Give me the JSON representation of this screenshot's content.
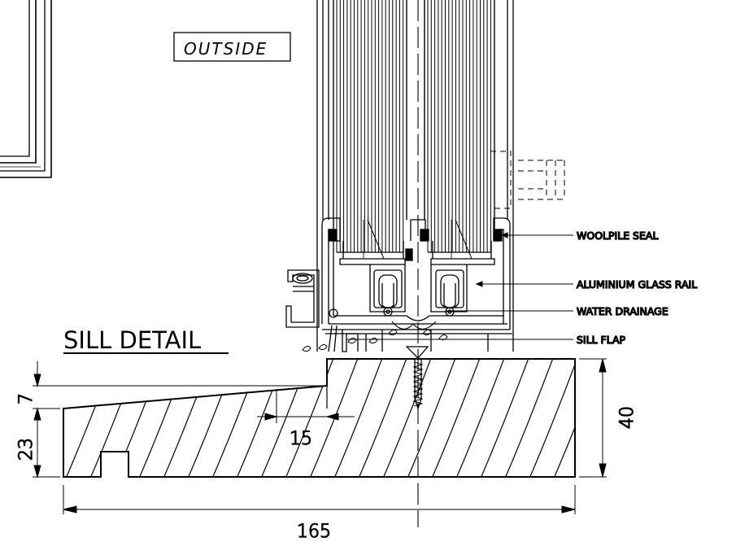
{
  "drawing": {
    "title": "SILL DETAIL",
    "side_label": "OUTSIDE",
    "callouts": {
      "woolpile": "WOOLPILE SEAL",
      "glass_rail": "ALUMINIUM GLASS RAIL",
      "drainage": "WATER DRAINAGE",
      "sill_flap": "SILL FLAP"
    },
    "dimensions": {
      "width": "165",
      "height": "40",
      "step": "7",
      "lower": "23",
      "slope": "15"
    },
    "colors": {
      "line": "#000000",
      "background": "#ffffff"
    }
  }
}
